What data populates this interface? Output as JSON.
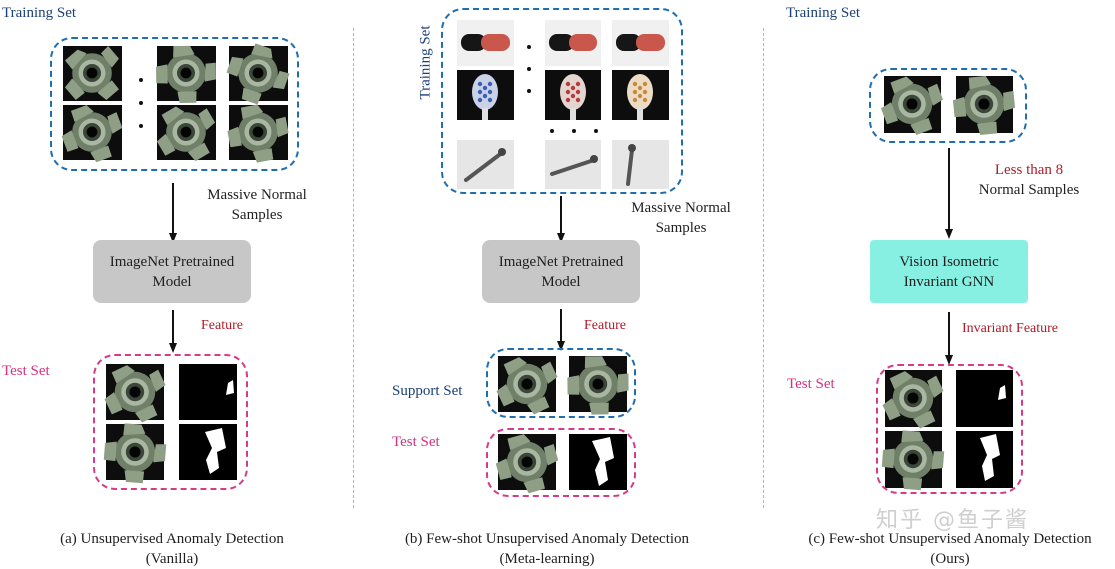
{
  "panel_a": {
    "training_label": "Training Set",
    "massive_line1": "Massive Normal",
    "massive_line2": "Samples",
    "model_line1": "ImageNet Pretrained",
    "model_line2": "Model",
    "feature": "Feature",
    "test_label": "Test Set",
    "caption_line1": "(a) Unsupervised Anomaly Detection",
    "caption_line2": "(Vanilla)"
  },
  "panel_b": {
    "training_label": "Training Set",
    "massive_line1": "Massive Normal",
    "massive_line2": "Samples",
    "model_line1": "ImageNet Pretrained",
    "model_line2": "Model",
    "feature": "Feature",
    "support_label": "Support Set",
    "test_label": "Test Set",
    "caption_line1": "(b) Few-shot Unsupervised Anomaly Detection",
    "caption_line2": "(Meta-learning)"
  },
  "panel_c": {
    "training_label": "Training Set",
    "less_line1": "Less than 8",
    "less_line2": "Normal Samples",
    "model_line1": "Vision Isometric",
    "model_line2": "Invariant GNN",
    "feature": "Invariant Feature",
    "test_label": "Test Set",
    "caption_line1": "(c) Few-shot Unsupervised Anomaly Detection",
    "caption_line2": "(Ours)"
  },
  "watermark": "知乎 @鱼子酱",
  "colors": {
    "blue_dash": "#1f6fb0",
    "pink_dash": "#d43c8a",
    "label_blue": "#1b3f78",
    "label_pink": "#d6317f",
    "feature_red": "#b01c2a",
    "model_gray": "#c7c7c7",
    "model_teal": "#87f0e2"
  }
}
